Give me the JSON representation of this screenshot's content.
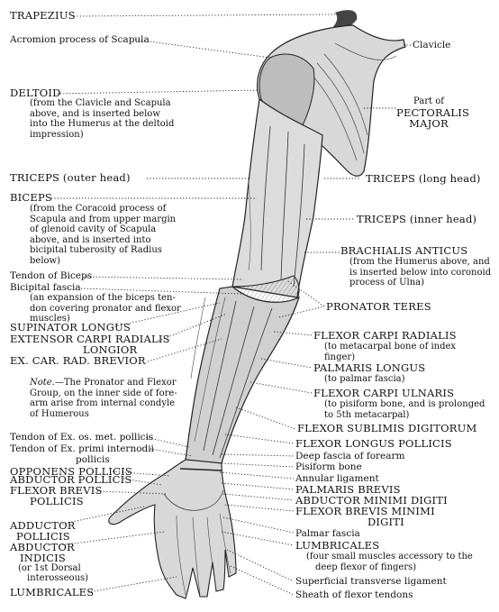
{
  "left": {
    "trapezius": "TRAPEZIUS",
    "acromion": "Acromion process of Scapula",
    "deltoid": "DELTOID",
    "deltoid_desc": [
      "(from the Clavicle and Scapula",
      "above, and is inserted below",
      "into the Humerus at the deltoid",
      "impression)"
    ],
    "triceps_outer": "TRICEPS (outer head)",
    "biceps": "BICEPS",
    "biceps_desc": [
      "(from the Coracoid process of",
      "Scapula and from upper margin",
      "of glenoid cavity of Scapula",
      "above, and is inserted into",
      "bicipital tuberosity of Radius",
      "below)"
    ],
    "tendon_biceps": "Tendon of Biceps",
    "bicipital_fascia": "Bicipital fascia",
    "bicipital_desc": [
      "(an expansion of the biceps ten-",
      "don covering pronator and flexor",
      "muscles)"
    ],
    "supinator": "SUPINATOR LONGUS",
    "ecrl_1": "EXTENSOR CARPI RADIALIS",
    "ecrl_2": "LONGIOR",
    "ecrb": "EX. CAR. RAD. BREVIOR",
    "note_label": "Note.",
    "note_text": [
      "—The Pronator and Flexor",
      "Group, on the inner side of fore-",
      "arm arise from internal condyle",
      "of Humerous"
    ],
    "tendon_ex_os_met": "Tendon of Ex. os. met. pollicis",
    "tendon_ex_primi_1": "Tendon of Ex. primi internodii",
    "tendon_ex_primi_2": "pollicis",
    "opponens": "OPPONENS POLLICIS",
    "abductor_pollicis": "ABDUCTOR POLLICIS",
    "fb_pollicis_1": "FLEXOR BREVIS",
    "fb_pollicis_2": "POLLICIS",
    "adductor_1": "ADDUCTOR",
    "adductor_2": "POLLICIS",
    "abd_indicis_1": "ABDUCTOR",
    "abd_indicis_2": "INDICIS",
    "abd_indicis_3": "(or 1st Dorsal",
    "abd_indicis_4": "interosseous)",
    "lumbricales": "LUMBRICALES"
  },
  "right": {
    "clavicle": "Clavicle",
    "pect_1": "Part of",
    "pect_2": "PECTORALIS",
    "pect_3": "MAJOR",
    "triceps_long": "TRICEPS (long head)",
    "triceps_inner": "TRICEPS (inner head)",
    "brachialis": "BRACHIALIS ANTICUS",
    "brachialis_desc": [
      "(from the Humerus above, and",
      "is inserted below into coronoid",
      "process of Ulna)"
    ],
    "pronator": "PRONATOR TERES",
    "fcr": "FLEXOR CARPI RADIALIS",
    "fcr_desc": [
      "(to metacarpal bone of index",
      "finger)"
    ],
    "pl": "PALMARIS LONGUS",
    "pl_desc": "(to palmar fascia)",
    "fcu": "FLEXOR CARPI ULNARIS",
    "fcu_desc": [
      "(to pisiform bone, and is prolonged",
      "to 5th metacarpal)"
    ],
    "fsd": "FLEXOR SUBLIMIS DIGITORUM",
    "flp": "FLEXOR LONGUS POLLICIS",
    "deep_fascia": "Deep fascia of forearm",
    "pisiform": "Pisiform bone",
    "annular": "Annular ligament",
    "palmaris_brevis": "PALMARIS BREVIS",
    "abd_minimi": "ABDUCTOR MINIMI DIGITI",
    "fb_minimi_1": "FLEXOR BREVIS MINIMI",
    "fb_minimi_2": "DIGITI",
    "palmar_fascia": "Palmar fascia",
    "lumbricales": "LUMBRICALES",
    "lumbricales_desc": [
      "(four small muscles accessory to the",
      "deep flexor of fingers)"
    ],
    "superficial": "Superficial transverse ligament",
    "sheath": "Sheath of flexor tendons"
  }
}
